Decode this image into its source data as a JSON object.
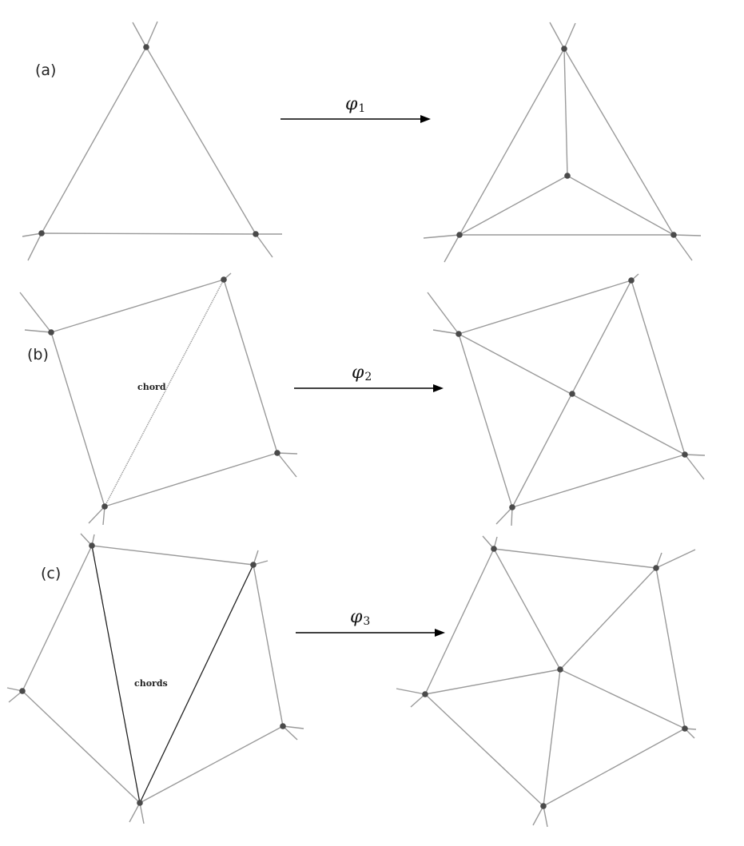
{
  "panels": [
    {
      "id": "a",
      "label": "(a)",
      "map_symbol": "φ",
      "map_index": "1",
      "chord_label": ""
    },
    {
      "id": "b",
      "label": "(b)",
      "map_symbol": "φ",
      "map_index": "2",
      "chord_label": "chord"
    },
    {
      "id": "c",
      "label": "(c)",
      "map_symbol": "φ",
      "map_index": "3",
      "chord_label": "chords"
    }
  ],
  "colors": {
    "edge": "#9a9a9a",
    "chord": "#222222",
    "vertex": "#4a4a4a",
    "arrow": "#000000"
  }
}
